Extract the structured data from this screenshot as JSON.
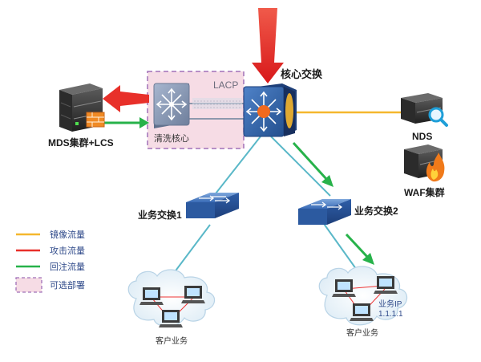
{
  "labels": {
    "lacp": "LACP",
    "core_switch": "核心交换",
    "cleaning_core": "清洗核心",
    "mds": "MDS集群+LCS",
    "nds": "NDS",
    "waf": "WAF集群",
    "biz_switch_1": "业务交换1",
    "biz_switch_2": "业务交换2",
    "customer_left": "客户业务",
    "customer_right": "客户业务",
    "biz_ip_label": "业务IP",
    "biz_ip_value": "1.1.1.1"
  },
  "legend": [
    {
      "label": "镜像流量",
      "color": "#f5b72e"
    },
    {
      "label": "攻击流量",
      "color": "#e8302a"
    },
    {
      "label": "回注流量",
      "color": "#27b24a"
    },
    {
      "label": "可选部署",
      "color": "#f6dce5"
    }
  ],
  "colors": {
    "mirror": "#f5b72e",
    "attack": "#e8302a",
    "reinject": "#27b24a",
    "link": "#5ab8c8",
    "optional_fill": "#f6dce5",
    "optional_border": "#a070b8",
    "switch_blue": "#3b6fb8",
    "text": "#1a1a1a",
    "legend_text": "#2f4a8a"
  }
}
